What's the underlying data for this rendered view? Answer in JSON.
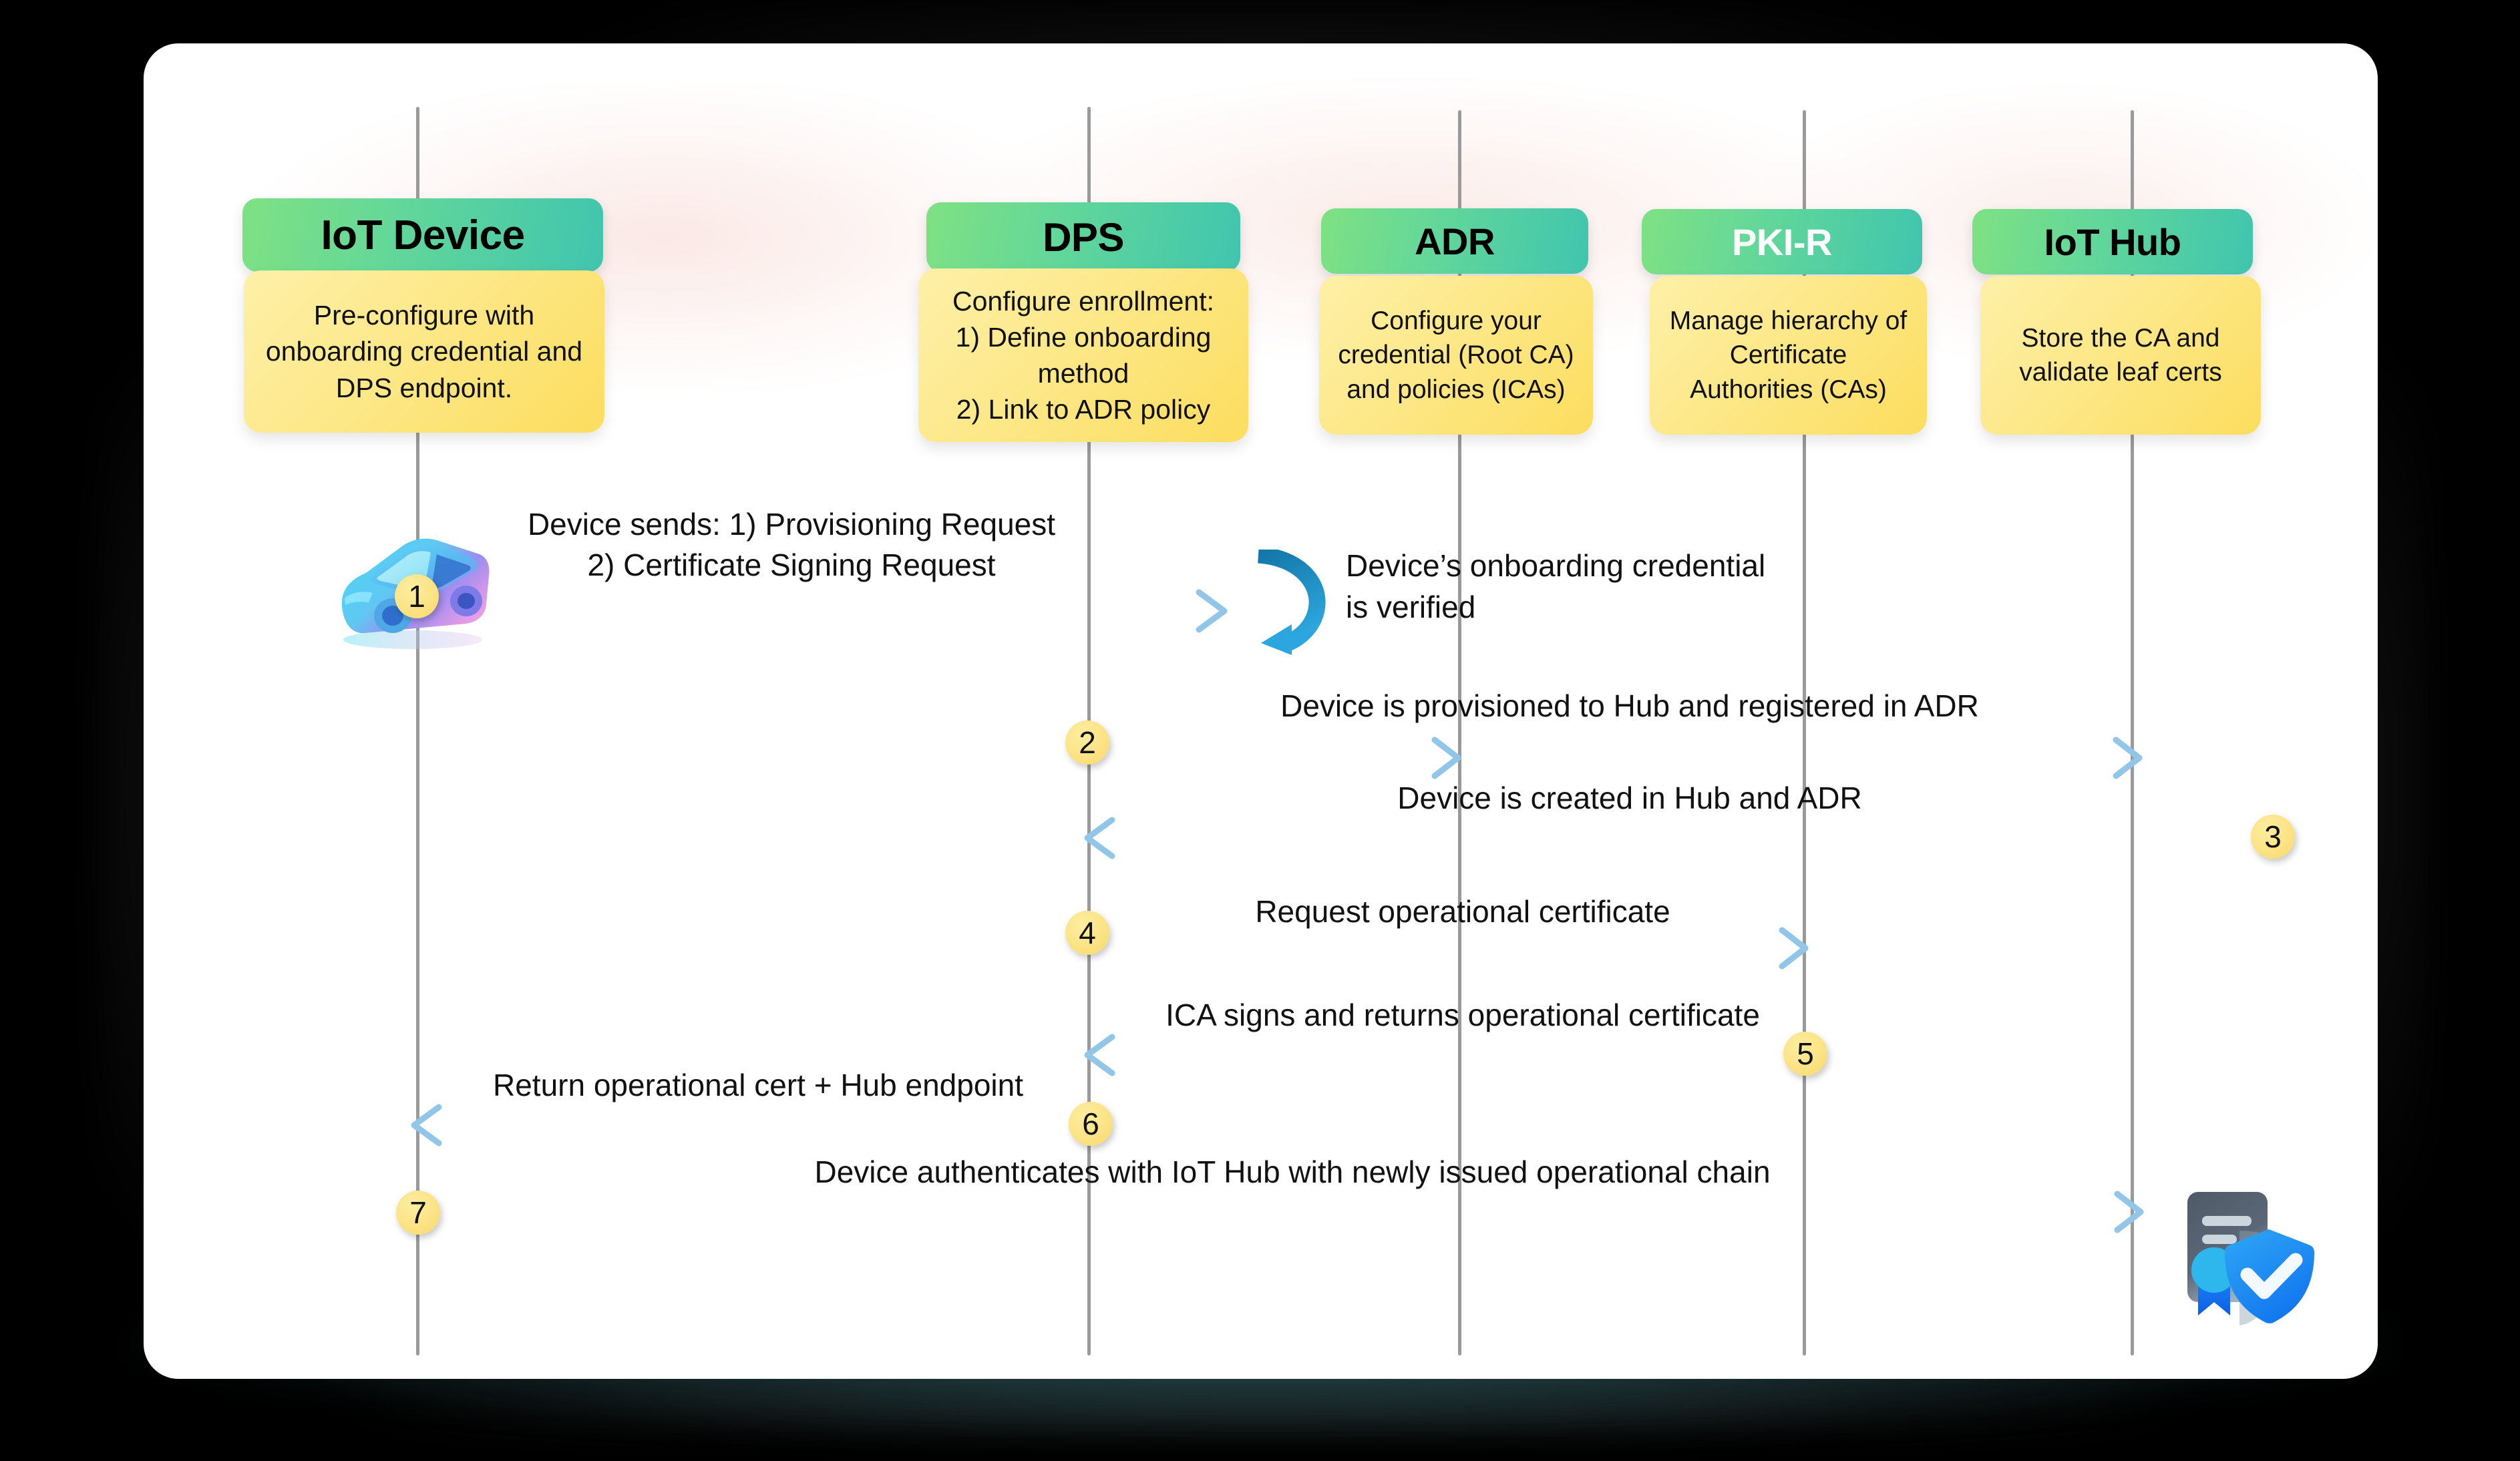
{
  "diagram": {
    "type": "sequence-diagram",
    "title": "IoT device provisioning and certificate issuance sequence",
    "colors": {
      "actor_gradient_start": "#7FE183",
      "actor_gradient_end": "#40C5AE",
      "note_gradient_start": "#FDF0A8",
      "note_gradient_end": "#FCDD5E",
      "badge": "#FCE489",
      "arrow": "#92C6E8",
      "loop_arrow": "#1E88B8",
      "lifeline": "#9A9A9A",
      "canvas": "#FFFFFF",
      "background": "#000000"
    }
  },
  "actors": [
    {
      "id": "device",
      "label": "IoT Device",
      "label_color": "black",
      "note": "Pre-configure with\nonboarding credential and\nDPS endpoint."
    },
    {
      "id": "dps",
      "label": "DPS",
      "label_color": "black",
      "note": "Configure enrollment:\n1) Define onboarding\nmethod\n2) Link to ADR policy"
    },
    {
      "id": "adr",
      "label": "ADR",
      "label_color": "black",
      "note": "Configure your\ncredential (Root CA)\nand policies (ICAs)"
    },
    {
      "id": "pkir",
      "label": "PKI-R",
      "label_color": "white",
      "note": "Manage hierarchy of\nCertificate\nAuthorities (CAs)"
    },
    {
      "id": "hub",
      "label": "IoT Hub",
      "label_color": "black",
      "note": "Store the CA and\nvalidate leaf certs"
    }
  ],
  "messages": [
    {
      "number": "1",
      "from": "device",
      "to": "dps",
      "direction": "right",
      "label": "Device sends: 1) Provisioning Request\n2) Certificate Signing Request"
    },
    {
      "number": "2",
      "from": "dps",
      "to": "hub",
      "direction": "right",
      "label": "Device is provisioned to Hub and registered in ADR"
    },
    {
      "number": "3",
      "from": "hub",
      "to": "dps",
      "direction": "left",
      "label": "Device is created in Hub and ADR"
    },
    {
      "number": "4",
      "from": "dps",
      "to": "pkir",
      "direction": "right",
      "label": "Request operational certificate"
    },
    {
      "number": "5",
      "from": "pkir",
      "to": "dps",
      "direction": "left",
      "label": "ICA signs and returns operational certificate"
    },
    {
      "number": "6",
      "from": "dps",
      "to": "device",
      "direction": "left",
      "label": "Return operational cert + Hub endpoint"
    },
    {
      "number": "7",
      "from": "device",
      "to": "hub",
      "direction": "right",
      "label": "Device authenticates with IoT Hub with newly issued operational chain"
    }
  ],
  "self_loop": {
    "at": "dps",
    "icon": "loop-arrow-icon",
    "label": "Device’s onboarding credential\nis verified"
  },
  "icons": [
    {
      "name": "car-icon",
      "position": "left of device lifeline, row 1"
    },
    {
      "name": "certificate-shield-icon",
      "position": "right of hub lifeline, row 7"
    }
  ]
}
